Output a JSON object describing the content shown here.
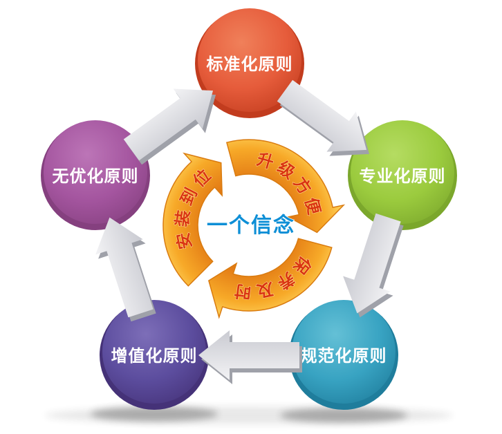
{
  "diagram": {
    "background": "#ffffff",
    "center_label": {
      "text": "一个信念",
      "color": "#0E8FD6"
    },
    "nodes": [
      {
        "id": "top",
        "label": "标准化原则",
        "position": "top",
        "color": "#E65C3B",
        "highlight": "#F0805A",
        "rim": "#C23C1E"
      },
      {
        "id": "right",
        "label": "专业化原则",
        "position": "right",
        "color": "#9BCB3E",
        "highlight": "#B5DC62",
        "rim": "#7BA72C"
      },
      {
        "id": "bottom-right",
        "label": "规范化原则",
        "position": "bottom-right",
        "color": "#38A3C2",
        "highlight": "#64C0D6",
        "rim": "#1F7D9C"
      },
      {
        "id": "bottom-left",
        "label": "增值化原则",
        "position": "bottom-left",
        "color": "#5C4D9E",
        "highlight": "#7D6EB8",
        "rim": "#453278"
      },
      {
        "id": "left",
        "label": "无优化原则",
        "position": "left",
        "color": "#A4559F",
        "highlight": "#BC75B7",
        "rim": "#85407F"
      }
    ],
    "node_label_color": "#FFFFFF",
    "ring_labels": [
      {
        "text": "升级方便",
        "position": "top-right"
      },
      {
        "text": "保养及时",
        "position": "bottom"
      },
      {
        "text": "安装到位",
        "position": "left"
      }
    ],
    "ring": {
      "text_color": "#DA3511",
      "text_outline": "#FFE49A",
      "gold_inner": "#E27914",
      "gold_mid": "#F7A928",
      "gold_outer": "#FFD964",
      "gold_edge": "#D97B10"
    },
    "connector": {
      "face": "#F3F3F5",
      "shade": "#C9CAD1",
      "side": "#9FA1A9"
    },
    "shadow_color": "#2A2A2A"
  }
}
